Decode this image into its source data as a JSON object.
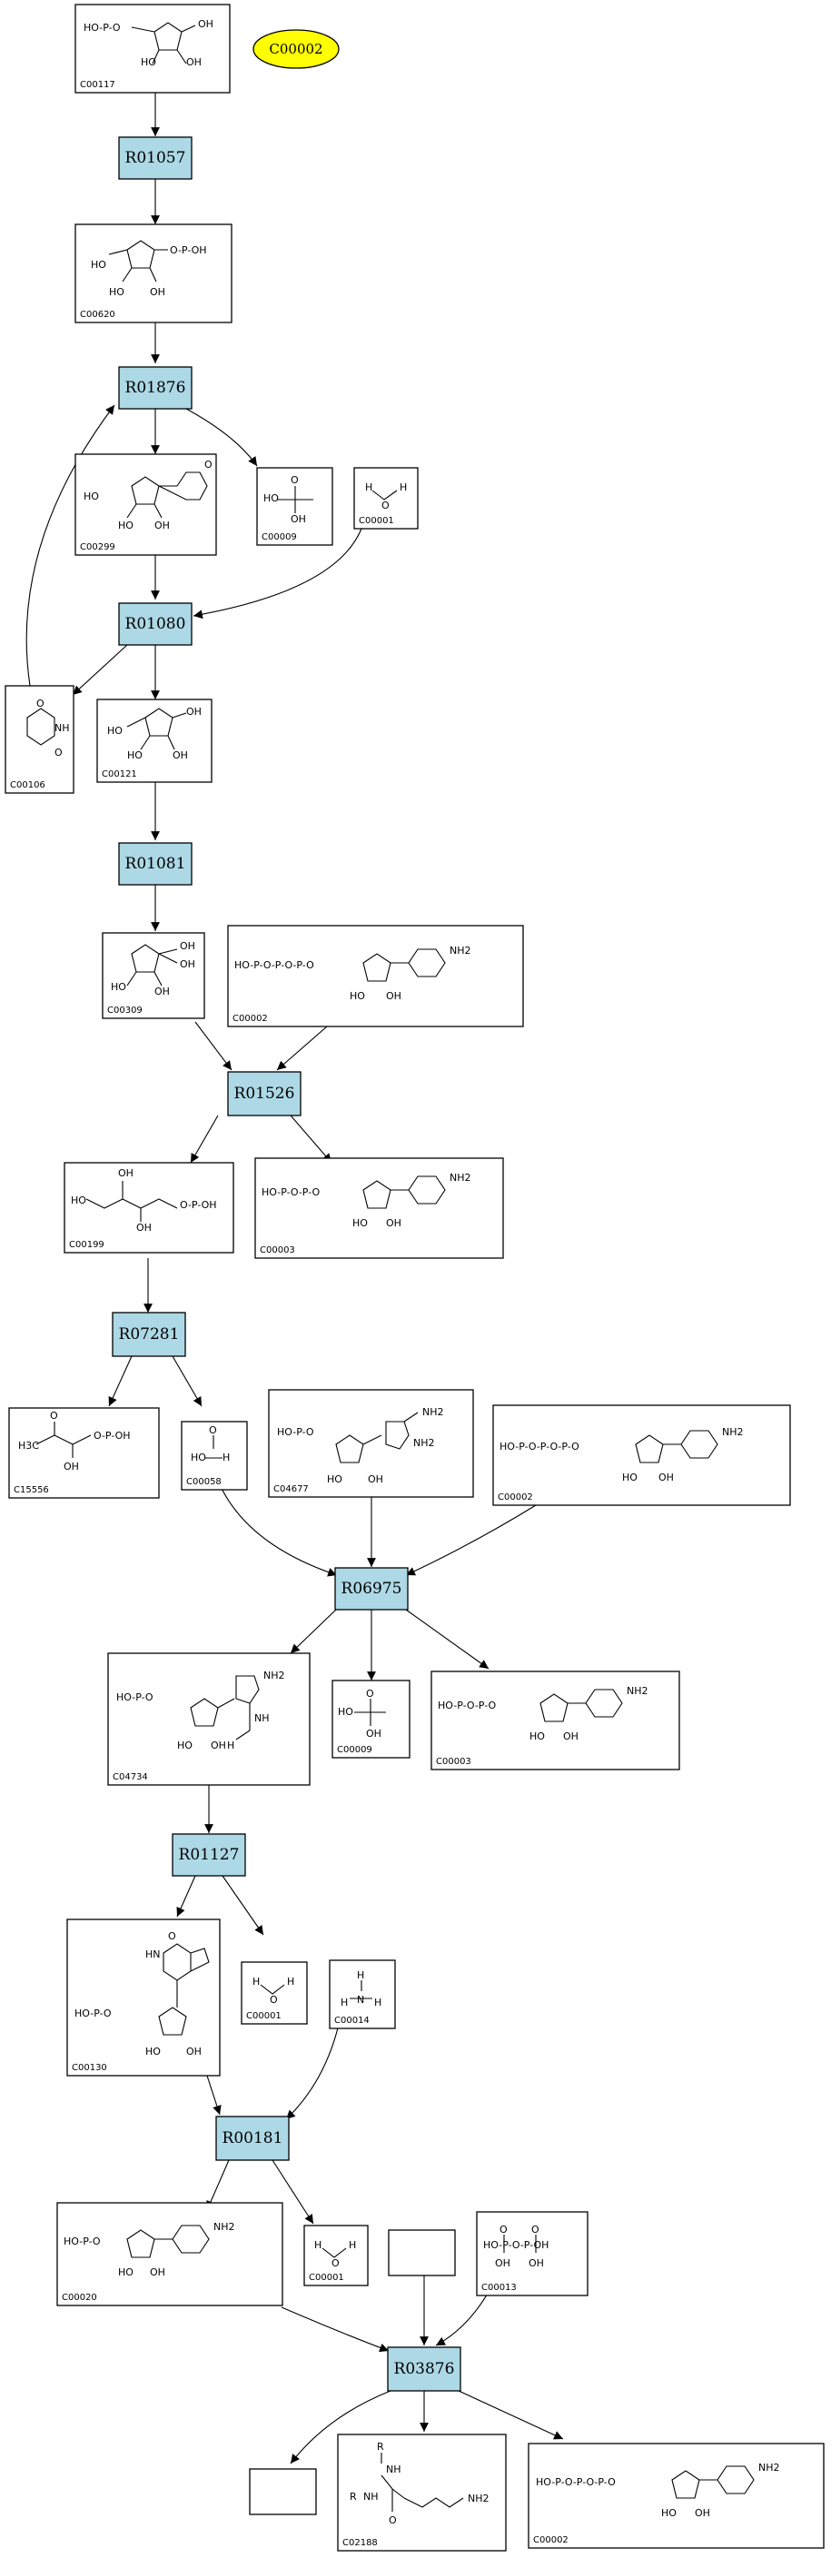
{
  "highlight": {
    "label": "C00002",
    "color": "#ffff00"
  },
  "reaction_color": "#add8e6",
  "reactions": [
    "R01057",
    "R01876",
    "R01080",
    "R01081",
    "R01526",
    "R07281",
    "R06975",
    "R01127",
    "R00181",
    "R03876"
  ],
  "compounds": [
    "C00117",
    "C00620",
    "C00299",
    "C00009",
    "C00001",
    "C00106",
    "C00121",
    "C00309",
    "C00002",
    "C00199",
    "C00003",
    "C15556",
    "C00058",
    "C04677",
    "C00002",
    "C04734",
    "C00009",
    "C00003",
    "C00130",
    "C00001",
    "C00014",
    "C00020",
    "C00001",
    "C00013",
    "C02188",
    "C00002"
  ]
}
